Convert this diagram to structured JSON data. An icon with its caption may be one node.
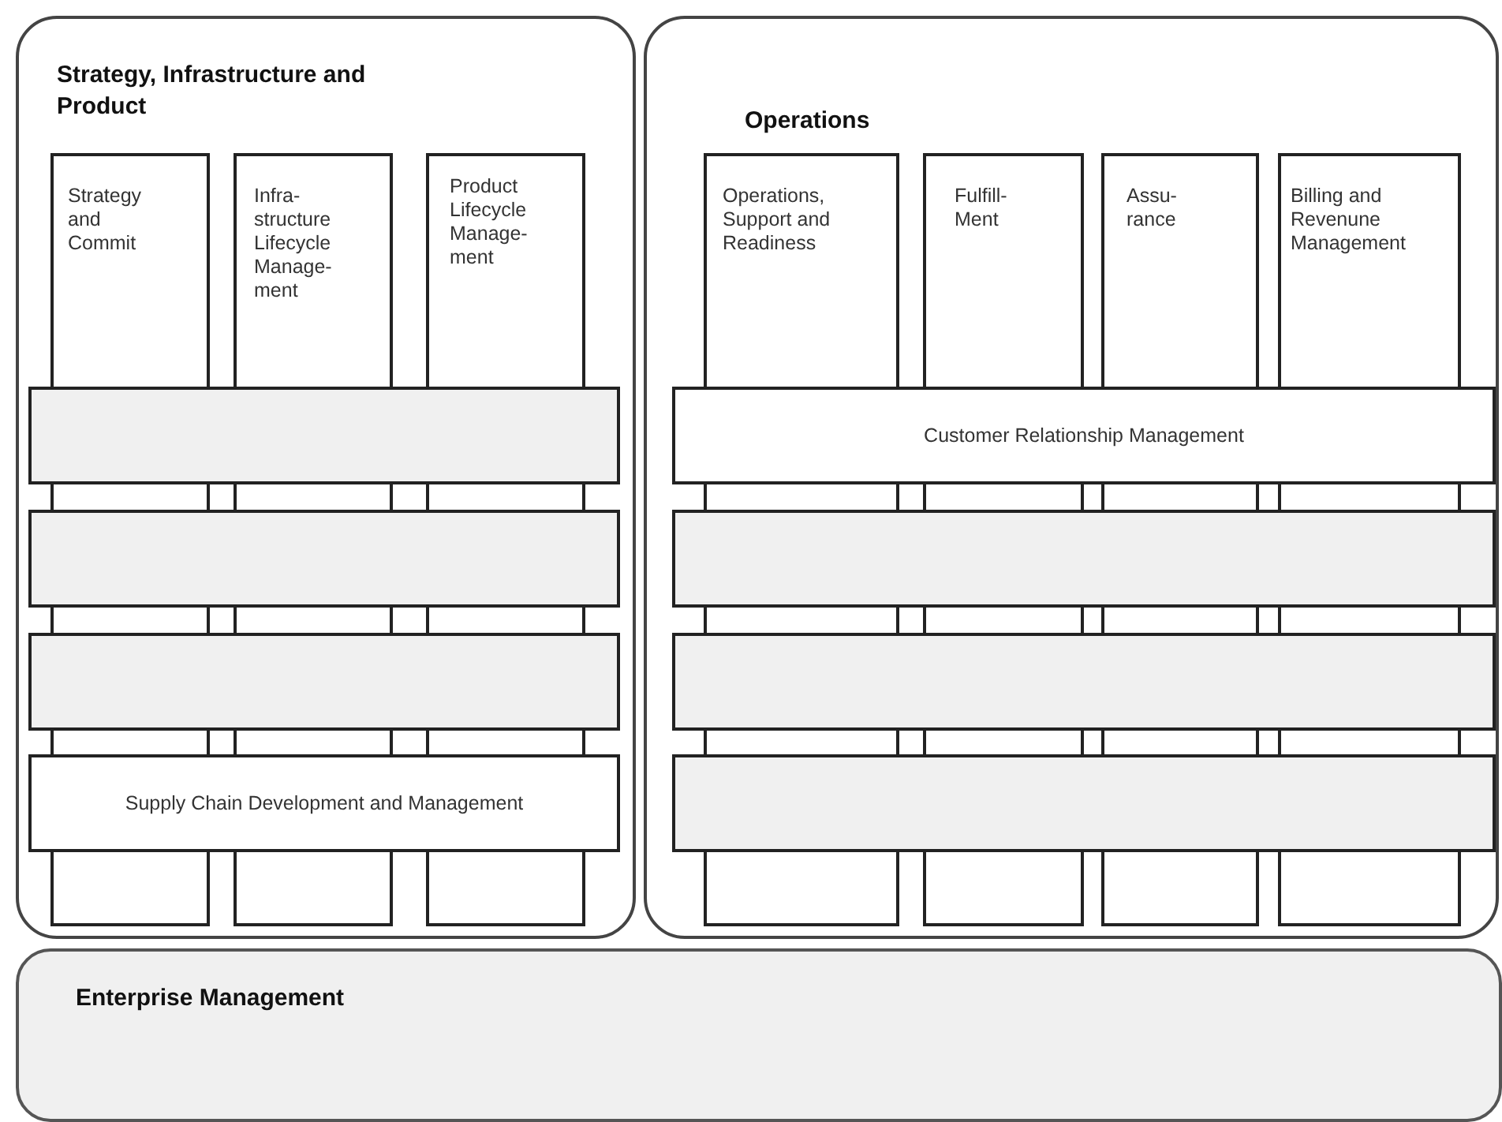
{
  "diagram": {
    "nodes": [
      {
        "text": [
          "Strategy, Infrastructure and Product"
        ]
      },
      {
        "text": [
          "Strategy and Commit"
        ],
        "in": 0
      },
      {
        "text": [
          "Infra- structure Lifecycle Manage- ment"
        ],
        "in": 0
      },
      {
        "text": [
          "Product Lifecycle Manage- ment"
        ],
        "in": 0
      },
      {
        "text": [],
        "shape": "bar",
        "in": 0
      },
      {
        "text": [],
        "shape": "bar",
        "in": 0
      },
      {
        "text": [],
        "shape": "bar",
        "in": 0
      },
      {
        "text": [
          "Supply Chain Development and Management"
        ],
        "in": 0
      },
      {
        "text": [
          "Operations"
        ]
      },
      {
        "text": [
          "Operations, Support and Readiness"
        ],
        "in": 8
      },
      {
        "text": [
          "Fulfill- Ment"
        ],
        "in": 8
      },
      {
        "text": [
          "Assu- rance"
        ],
        "in": 8
      },
      {
        "text": [
          "Billing and Revenune Management"
        ],
        "in": 8
      },
      {
        "text": [
          "Customer Relationship Management"
        ],
        "in": 8
      },
      {
        "text": [],
        "shape": "bar",
        "in": 8
      },
      {
        "text": [],
        "shape": "bar",
        "in": 8
      },
      {
        "text": [],
        "shape": "bar",
        "in": 8
      },
      {
        "text": [
          "Enterprise Management"
        ]
      }
    ]
  }
}
